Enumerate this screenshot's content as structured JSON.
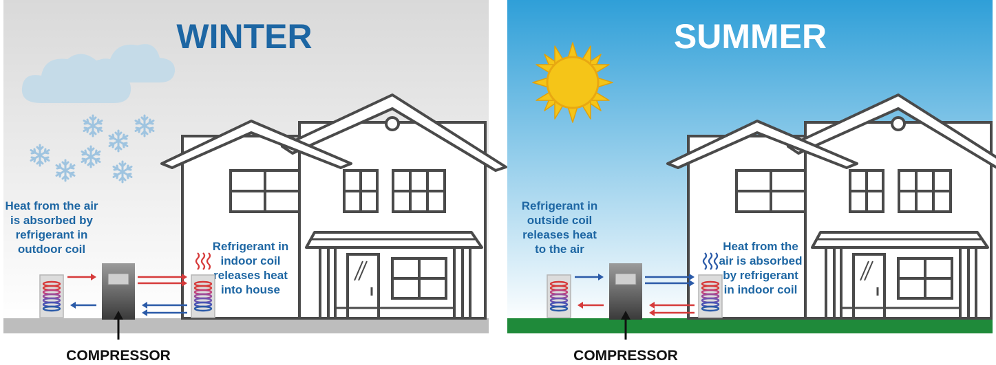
{
  "winter": {
    "title": "WINTER",
    "outdoor_caption": [
      "Heat from the air",
      "is absorbed by",
      "refrigerant in",
      "outdoor coil"
    ],
    "indoor_caption": [
      "Refrigerant in",
      "indoor coil",
      "releases heat",
      "into house"
    ],
    "compressor_label": "COMPRESSOR"
  },
  "summer": {
    "title": "SUMMER",
    "outdoor_caption": [
      "Refrigerant in",
      "outside coil",
      "releases heat",
      "to the air"
    ],
    "indoor_caption": [
      "Heat from the",
      "air is absorbed",
      "by refrigerant",
      "in indoor coil"
    ],
    "compressor_label": "COMPRESSOR"
  },
  "colors": {
    "caption_blue": "#1d66a3",
    "title_blue": "#1d66a3",
    "heat_red": "#d63a3a",
    "cold_blue": "#2a5aa8",
    "summer_sky": "#2f9fd8",
    "winter_ground": "#bdbdbd",
    "summer_ground": "#1f8a3a",
    "sun": "#f5c518"
  },
  "icons": [
    "cloud-icon",
    "snowflake-icon",
    "sun-icon",
    "heat-waves-icon",
    "house-icon",
    "coil-icon",
    "compressor-icon"
  ]
}
